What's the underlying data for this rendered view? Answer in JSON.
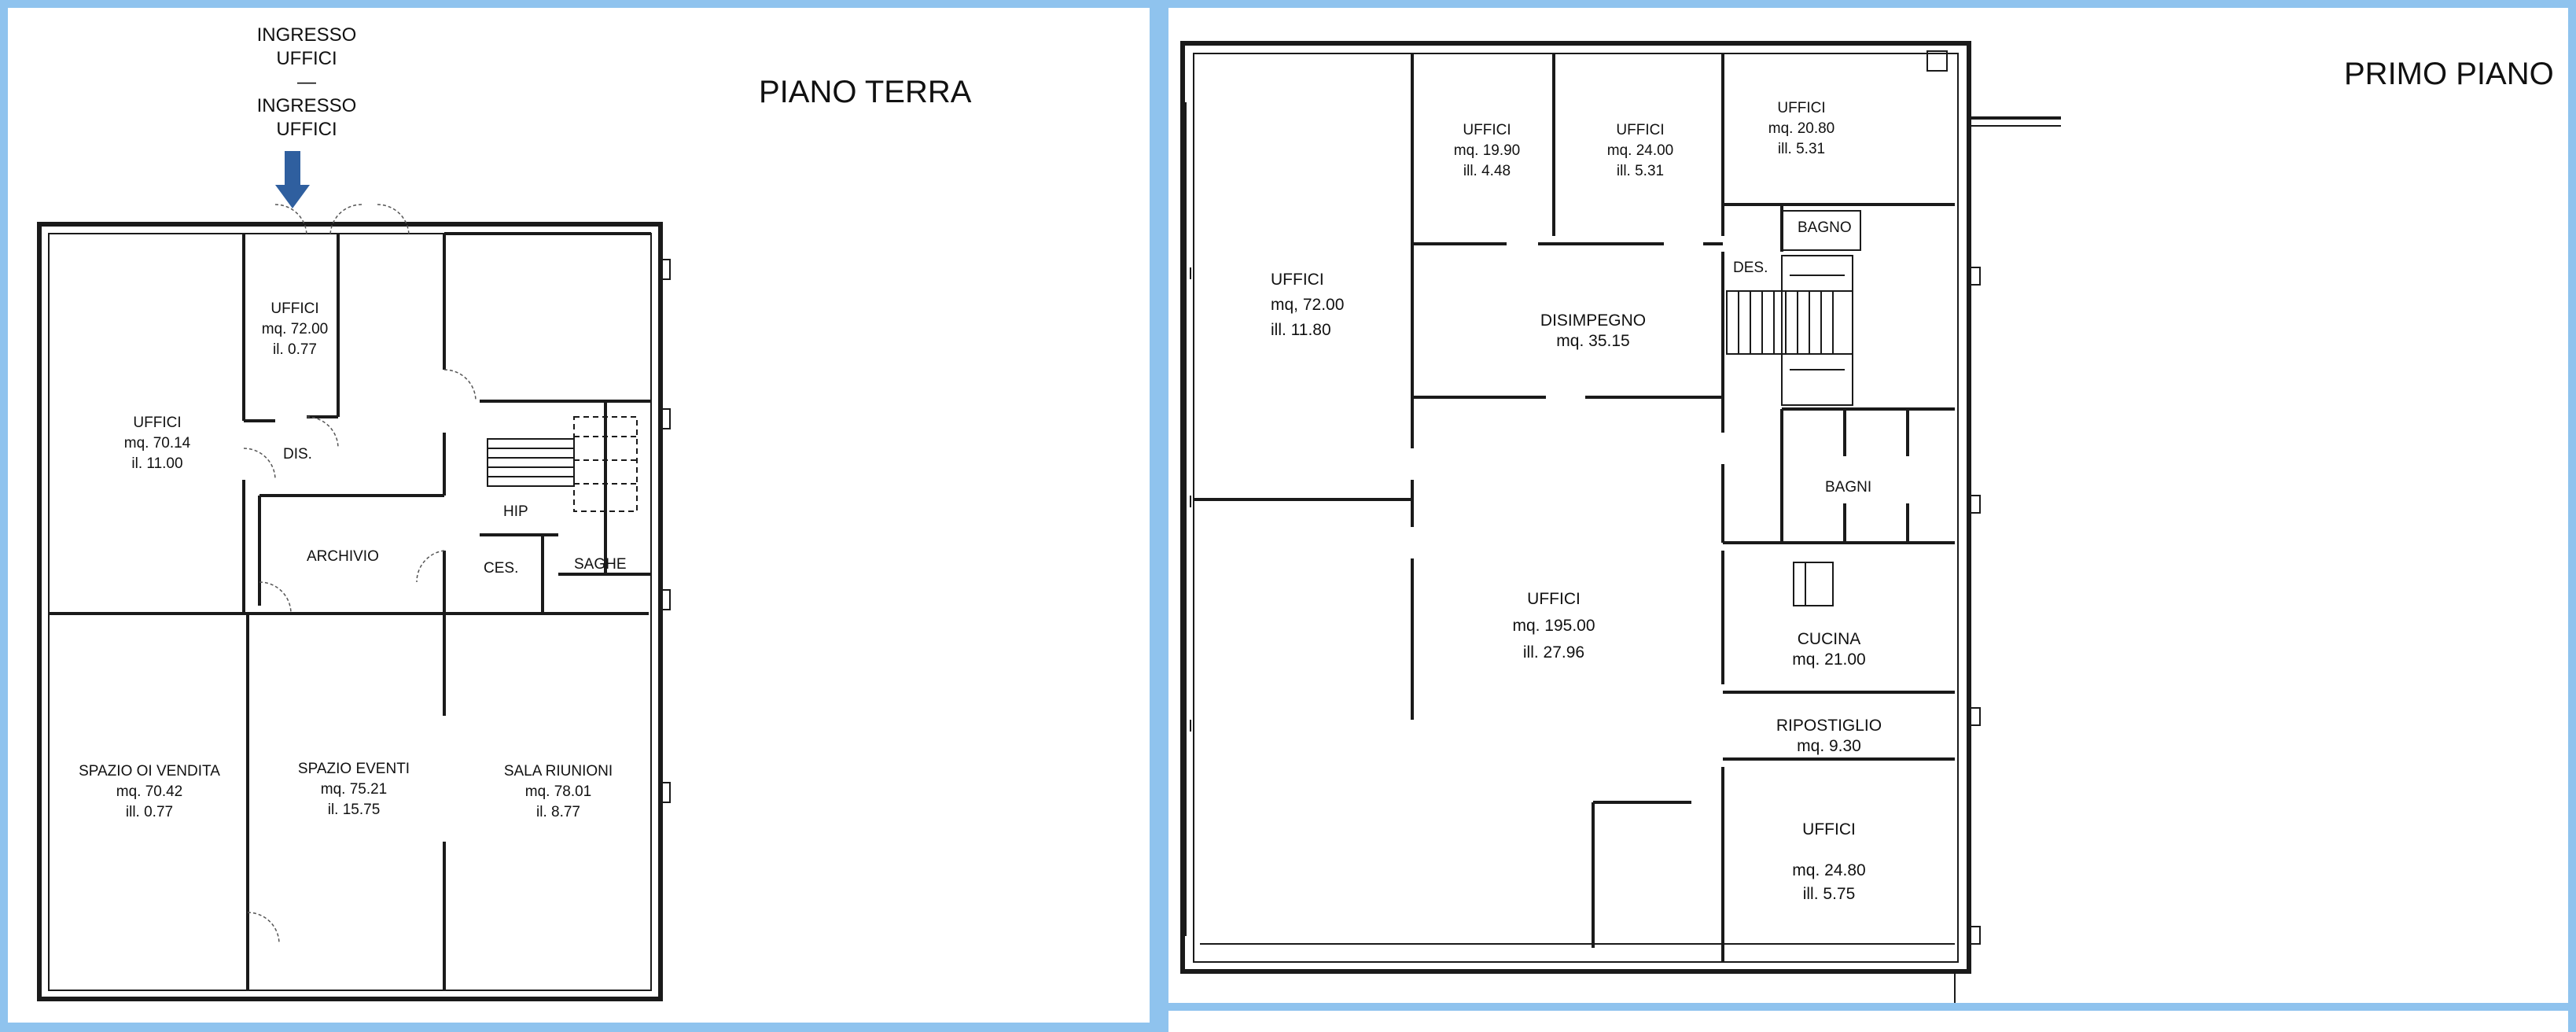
{
  "ground_floor": {
    "title": "PIANO TERRA",
    "entrance": [
      "INGRESSO",
      "UFFICI",
      "—",
      "INGRESSO",
      "UFFICI"
    ],
    "rooms": {
      "uffici_main": {
        "name": "UFFICI",
        "area": "mq. 70.14",
        "ill": "il.  11.00"
      },
      "uffici_small": {
        "name": "UFFICI",
        "area": "mq. 72.00",
        "ill": "il.  0.77"
      },
      "dis": "DIS.",
      "archivio": "ARCHIVIO",
      "ces": "CES.",
      "hip": "HIP",
      "saghe": "SAGHE",
      "spazio_vendita": {
        "name": "SPAZIO OI VENDITA",
        "area": "mq. 70.42",
        "ill": "ill.  0.77"
      },
      "spazio_eventi": {
        "name": "SPAZIO EVENTI",
        "area": "mq. 75.21",
        "ill": "il.  15.75"
      },
      "sala_riunioni": {
        "name": "SALA RIUNIONI",
        "area": "mq. 78.01",
        "ill": "il.  8.77"
      }
    }
  },
  "first_floor": {
    "title": "PRIMO PIANO",
    "rooms": {
      "uffici_left": {
        "name": "UFFICI",
        "area": "mq, 72.00",
        "ill": "ill.  11.80"
      },
      "uffici_a": {
        "name": "UFFICI",
        "area": "mq. 19.90",
        "ill": "ill.  4.48"
      },
      "uffici_b": {
        "name": "UFFICI",
        "area": "mq. 24.00",
        "ill": "ill.  5.31"
      },
      "uffici_c": {
        "name": "UFFICI",
        "area": "mq. 20.80",
        "ill": "ill.  5.31"
      },
      "bagno": "BAGNO",
      "des": "DES.",
      "disimpegno": {
        "name": "DISIMPEGNO",
        "area": "mq. 35.15"
      },
      "bagni": "BAGNI",
      "uffici_big": {
        "name": "UFFICI",
        "area": "mq. 195.00",
        "ill": "ill.  27.96"
      },
      "cucina": {
        "name": "CUCINA",
        "area": "mq. 21.00"
      },
      "ripostiglio": {
        "name": "RIPOSTIGLIO",
        "area": "mq. 9.30"
      },
      "uffici_d": {
        "name": "UFFICI",
        "area": "mq. 24.80",
        "ill": "ill.  5.75"
      }
    }
  },
  "colors": {
    "background": "#8fc3ee",
    "arrow": "#2f5f9f",
    "wall": "#1a1a1a"
  }
}
